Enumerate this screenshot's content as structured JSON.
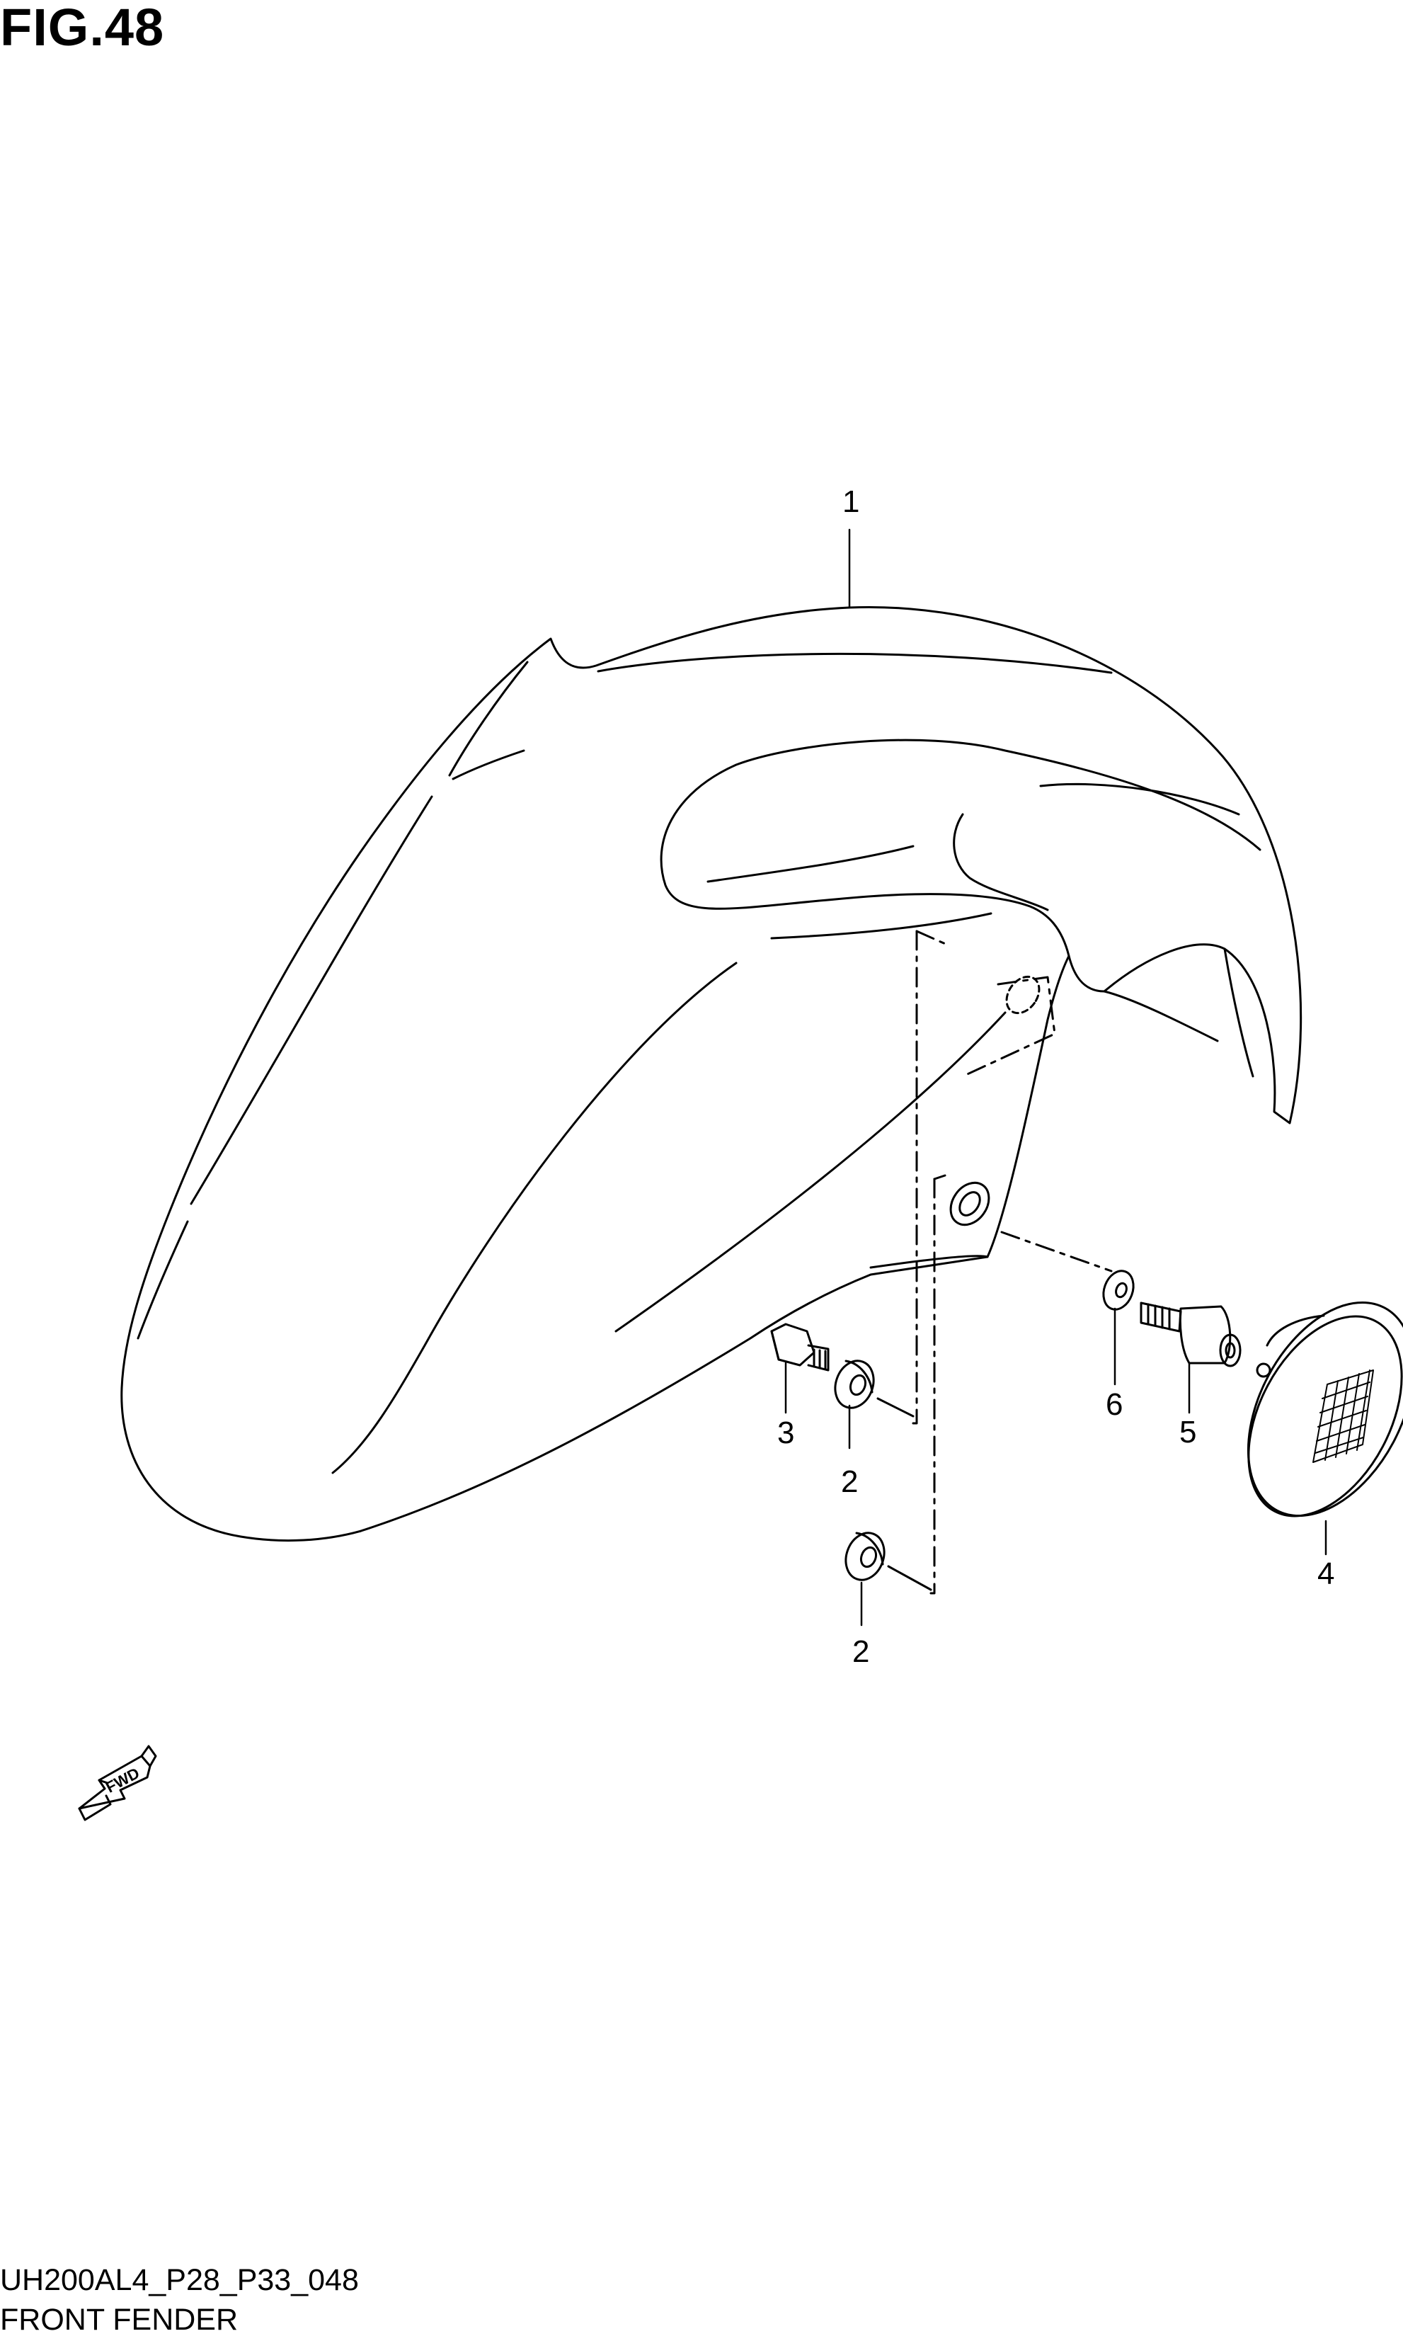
{
  "figure": {
    "title": "FIG.48",
    "code": "UH200AL4_P28_P33_048",
    "name": "FRONT FENDER"
  },
  "callouts": [
    {
      "id": "part-1",
      "label": "1"
    },
    {
      "id": "part-2a",
      "label": "2"
    },
    {
      "id": "part-2b",
      "label": "2"
    },
    {
      "id": "part-3",
      "label": "3"
    },
    {
      "id": "part-4",
      "label": "4"
    },
    {
      "id": "part-5",
      "label": "5"
    },
    {
      "id": "part-6",
      "label": "6"
    }
  ],
  "direction_arrow": {
    "label": "FWD",
    "icon": "fwd-arrow-icon"
  }
}
